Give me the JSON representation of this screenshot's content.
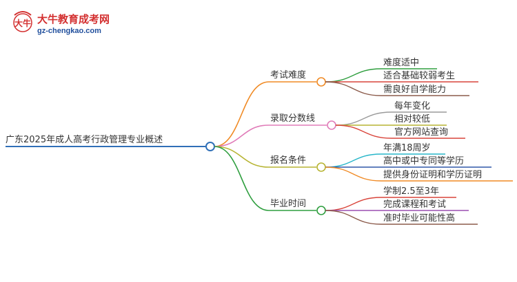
{
  "logo": {
    "name": "大牛教育成考网",
    "url": "gz-chengkao.com",
    "emblem": "大牛"
  },
  "root": {
    "label": "广东2025年成人高考行政管理专业概述",
    "color": "#2f6fb7"
  },
  "branches": [
    {
      "label": "考试难度",
      "color": "#f08a24",
      "leaves": [
        {
          "label": "难度适中",
          "color": "#2e9e3e"
        },
        {
          "label": "适合基础较弱考生",
          "color": "#d9443a"
        },
        {
          "label": "需良好自学能力",
          "color": "#8b5a4a"
        }
      ]
    },
    {
      "label": "录取分数线",
      "color": "#e07bb8",
      "leaves": [
        {
          "label": "每年变化",
          "color": "#9a9a9a"
        },
        {
          "label": "相对较低",
          "color": "#b7b432"
        },
        {
          "label": "官方网站查询",
          "color": "#d9443a"
        }
      ]
    },
    {
      "label": "报名条件",
      "color": "#b7b432",
      "leaves": [
        {
          "label": "年满18周岁",
          "color": "#27b6c9"
        },
        {
          "label": "高中或中专同等学历",
          "color": "#2f56a8"
        },
        {
          "label": "提供身份证明和学历证明",
          "color": "#f08a24"
        }
      ]
    },
    {
      "label": "毕业时间",
      "color": "#2e9e3e",
      "leaves": [
        {
          "label": "学制2.5至3年",
          "color": "#d9443a"
        },
        {
          "label": "完成课程和考试",
          "color": "#9a4fb0"
        },
        {
          "label": "准时毕业可能性高",
          "color": "#8b5a4a"
        }
      ]
    }
  ]
}
